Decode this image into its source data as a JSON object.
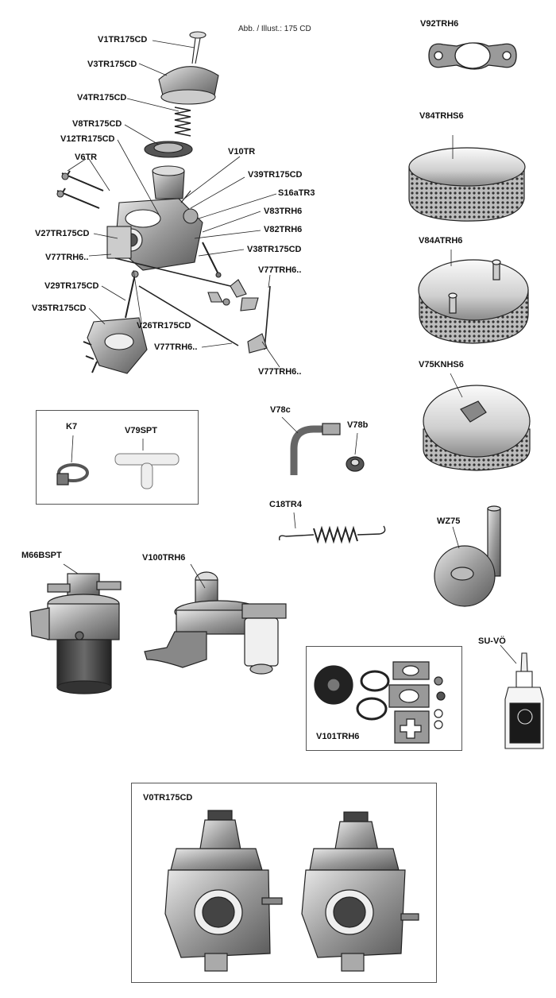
{
  "illustration_note": "Abb. / Illust.: 175 CD",
  "exploded_view_labels": [
    "V1TR175CD",
    "V3TR175CD",
    "V4TR175CD",
    "V8TR175CD",
    "V12TR175CD",
    "V6TR",
    "V10TR",
    "V39TR175CD",
    "S16aTR3",
    "V83TRH6",
    "V82TRH6",
    "V27TR175CD",
    "V38TR175CD",
    "V77TRH6..",
    "V77TRH6..",
    "V29TR175CD",
    "V35TR175CD",
    "V26TR175CD",
    "V77TRH6..",
    "V77TRH6.."
  ],
  "parts": {
    "gasket": "V92TRH6",
    "oval_filter": "V84TRHS6",
    "chrome_filter": "V84ATRH6",
    "kn_filter": "V75KNHS6",
    "clamp": "K7",
    "t_piece": "V79SPT",
    "fuel_pipe": "V78c",
    "nut": "V78b",
    "spring": "C18TR4",
    "choke": "WZ75",
    "electric_pump": "M66BSPT",
    "mechanical_pump": "V100TRH6",
    "oil": "SU-VÖ",
    "repair_kit": "V101TRH6",
    "carburettor_pair": "V0TR175CD"
  }
}
